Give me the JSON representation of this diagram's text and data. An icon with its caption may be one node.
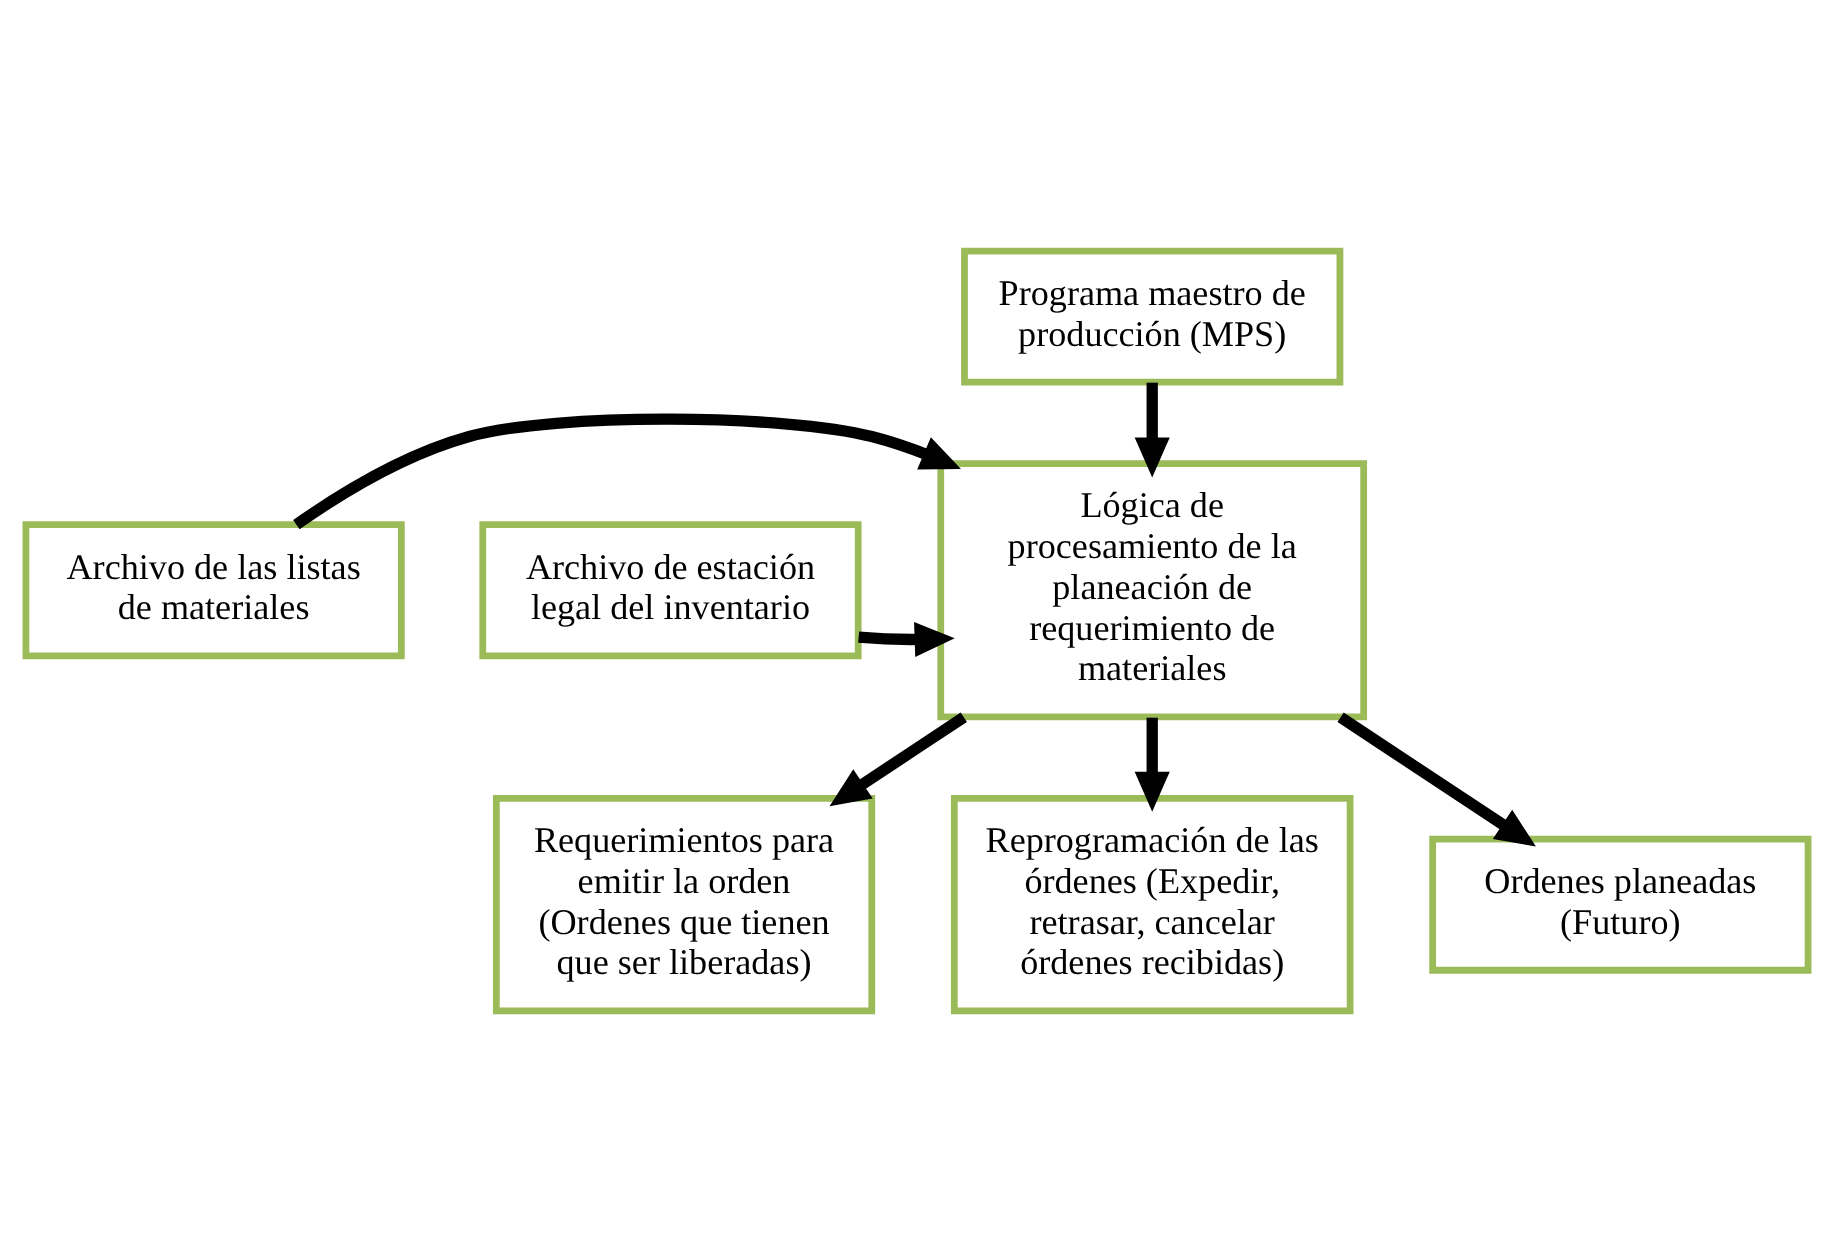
{
  "diagram": {
    "nodes": [
      {
        "text": [
          "Programa maestro de producción (MPS)"
        ]
      },
      {
        "text": [
          "Archivo de estación legal del inventario"
        ]
      },
      {
        "text": [
          "Lógica de procesamiento de la planeación de requerimiento de materiales"
        ]
      },
      {
        "text": [
          "Archivo de las listas de materiales"
        ]
      },
      {
        "text": [
          "Requerimientos para emitir la orden (Ordenes que tienen que ser liberadas)"
        ]
      },
      {
        "text": [
          "Reprogramación de las órdenes (Expedir, retrasar, cancelar órdenes recibidas)"
        ]
      },
      {
        "text": [
          "Ordenes planeadas (Futuro)"
        ]
      }
    ],
    "edges": [
      {
        "from": 0,
        "to": 2,
        "arrow": "to"
      },
      {
        "from": 1,
        "to": 2,
        "arrow": "to"
      },
      {
        "from": 3,
        "to": 2,
        "arrow": "to"
      },
      {
        "from": 2,
        "to": 4,
        "arrow": "to"
      },
      {
        "from": 2,
        "to": 5,
        "arrow": "to"
      },
      {
        "from": 2,
        "to": 6,
        "arrow": "to"
      }
    ]
  }
}
